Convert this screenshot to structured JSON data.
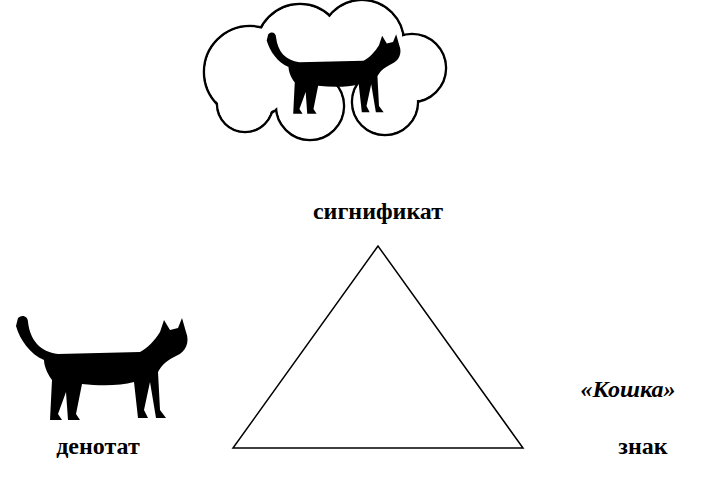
{
  "diagram": {
    "labels": [
      "сигнификат",
      "«Кошка»",
      "денотат",
      "знак"
    ]
  }
}
